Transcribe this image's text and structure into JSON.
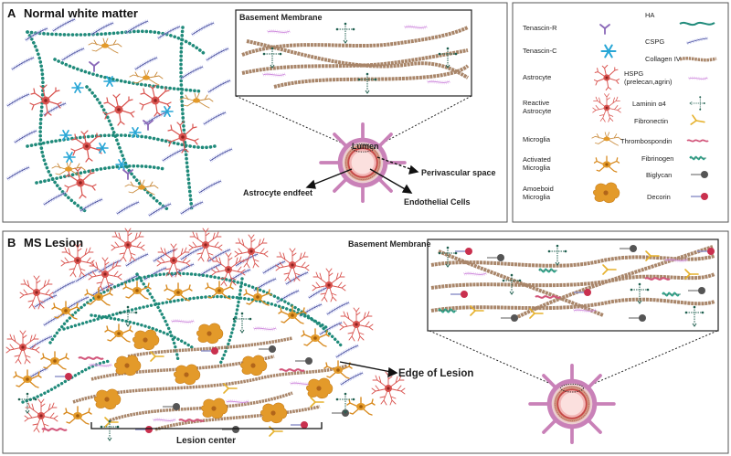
{
  "panel_a": {
    "letter": "A",
    "title": "Normal white matter",
    "inset_title": "Basement Membrane",
    "vessel_lumen": "Lumen",
    "callouts": {
      "perivascular": "Perivascular space",
      "endfeet": "Astrocyte endfeet",
      "endothelial": "Endothelial Cells"
    }
  },
  "panel_b": {
    "letter": "B",
    "title": "MS Lesion",
    "inset_title": "Basement Membrane",
    "edge_label": "Edge of Lesion",
    "center_label": "Lesion center"
  },
  "legend": {
    "left_items": [
      {
        "label": "Tenascin-R",
        "icon": "tenascin-r-icon"
      },
      {
        "label": "Tenascin-C",
        "icon": "tenascin-c-icon"
      },
      {
        "label": "Astrocyte",
        "icon": "astrocyte-icon"
      },
      {
        "label": "Reactive\nAstrocyte",
        "icon": "reactive-astrocyte-icon"
      },
      {
        "label": "Microglia",
        "icon": "microglia-icon"
      },
      {
        "label": "Activated\nMicroglia",
        "icon": "activated-microglia-icon"
      },
      {
        "label": "Amoeboid\nMicroglia",
        "icon": "amoeboid-microglia-icon"
      }
    ],
    "right_items": [
      {
        "label": "HA",
        "icon": "ha-icon"
      },
      {
        "label": "CSPG",
        "icon": "cspg-icon"
      },
      {
        "label": "Collagen IV",
        "icon": "collagen-iv-icon"
      },
      {
        "label": "HSPG\n(prelecan,agrin)",
        "icon": "hspg-icon"
      },
      {
        "label": "Laminin α4",
        "icon": "laminin-icon"
      },
      {
        "label": "Fibronectin",
        "icon": "fibronectin-icon"
      },
      {
        "label": "Thrombospondin",
        "icon": "thrombospondin-icon"
      },
      {
        "label": "Fibrinogen",
        "icon": "fibrinogen-icon"
      },
      {
        "label": "Biglycan",
        "icon": "biglycan-icon"
      },
      {
        "label": "Decorin",
        "icon": "decorin-icon"
      }
    ]
  },
  "colors": {
    "astrocyte": "#d9534f",
    "microglia": "#e39a2a",
    "ha": "#1f8a7a",
    "cspg": "#6b73c8",
    "collagen": "#a9866a",
    "hspg": "#c77ad8",
    "laminin": "#1f5f4f",
    "fibronectin": "#e6b22e",
    "thrombospondin": "#d2557a",
    "fibrinogen": "#2fa88c",
    "biglycan": "#555555",
    "decorin": "#c9304e",
    "vessel": "#c981b8",
    "tenascin_c": "#27a6d6",
    "tenascin_r": "#8a68b8"
  }
}
